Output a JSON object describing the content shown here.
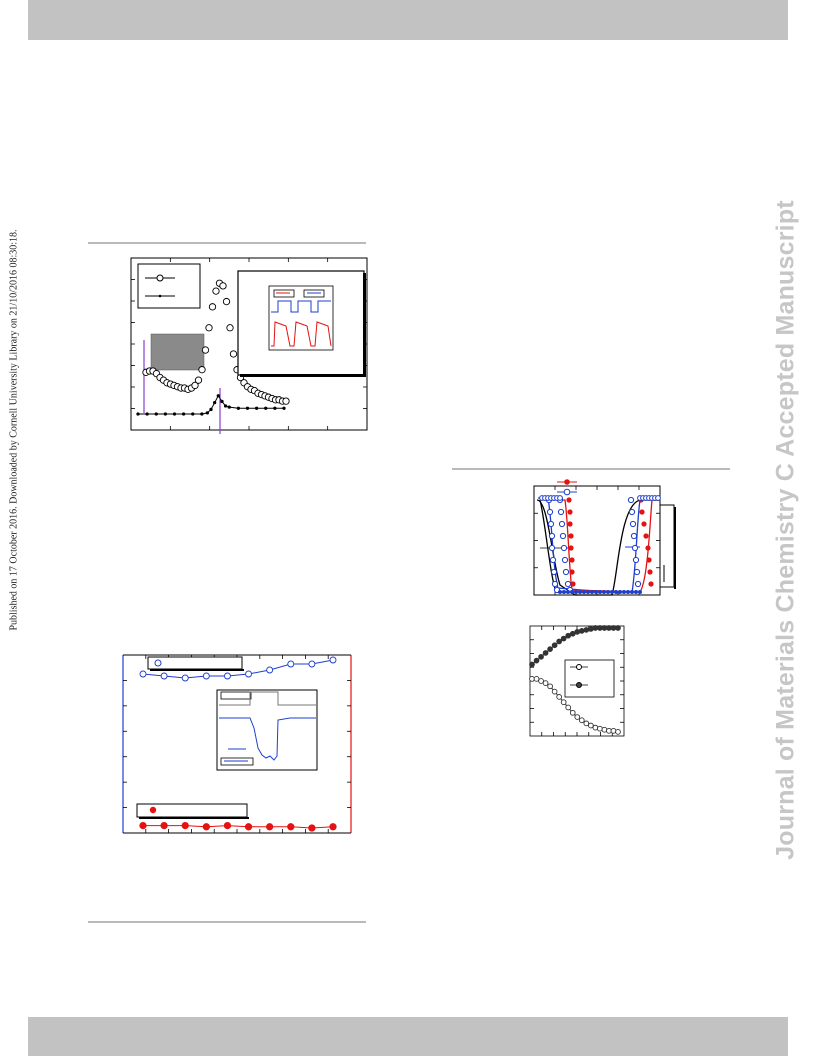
{
  "header_band": {
    "color": "#c2c2c2"
  },
  "footer_band": {
    "color": "#c2c2c2"
  },
  "side_note": "Published on 17 October 2016. Downloaded by Cornell University Library on 21/10/2016 08:30:18.",
  "watermark": "Journal of Materials Chemistry C Accepted Manuscript",
  "colors": {
    "red": "#e51212",
    "blue": "#1d3fd0",
    "purple": "#8a3cc8",
    "black": "#000000",
    "gray": "#888888"
  },
  "chart_data": [
    {
      "type": "scatter",
      "panel": "upper-left",
      "series": [
        {
          "marker": "open-circle",
          "color": "#000000",
          "x": [
            0.0,
            0.02,
            0.04,
            0.06,
            0.08,
            0.1,
            0.12,
            0.14,
            0.16,
            0.18,
            0.2,
            0.22,
            0.24,
            0.26,
            0.28,
            0.3,
            0.32,
            0.34,
            0.36,
            0.38,
            0.4,
            0.42,
            0.44,
            0.46,
            0.48,
            0.5,
            0.52,
            0.54,
            0.56,
            0.58,
            0.6,
            0.62,
            0.64,
            0.66,
            0.68,
            0.7,
            0.72,
            0.74,
            0.76,
            0.78,
            0.8
          ],
          "y": [
            0.28,
            0.29,
            0.29,
            0.27,
            0.24,
            0.22,
            0.2,
            0.19,
            0.18,
            0.17,
            0.16,
            0.16,
            0.15,
            0.16,
            0.18,
            0.22,
            0.3,
            0.45,
            0.62,
            0.78,
            0.9,
            0.96,
            0.94,
            0.82,
            0.62,
            0.42,
            0.3,
            0.24,
            0.2,
            0.17,
            0.15,
            0.14,
            0.12,
            0.11,
            0.1,
            0.09,
            0.08,
            0.07,
            0.07,
            0.06,
            0.06
          ]
        },
        {
          "marker": "dot-line",
          "color": "#000000",
          "x": [
            0.0,
            0.05,
            0.1,
            0.15,
            0.2,
            0.25,
            0.3,
            0.35,
            0.38,
            0.4,
            0.42,
            0.44,
            0.46,
            0.48,
            0.5,
            0.55,
            0.6,
            0.65,
            0.7,
            0.75,
            0.8
          ],
          "y": [
            0.0,
            0.0,
            0.0,
            0.0,
            0.0,
            0.0,
            0.0,
            0.0,
            0.01,
            0.04,
            0.1,
            0.16,
            0.11,
            0.07,
            0.06,
            0.05,
            0.05,
            0.05,
            0.05,
            0.05,
            0.05
          ]
        }
      ]
    },
    {
      "type": "scatter",
      "panel": "lower-left",
      "series": [
        {
          "marker": "open-circle",
          "color": "#1d3fd0",
          "x": [
            0,
            1,
            2,
            3,
            4,
            5,
            6,
            7,
            8,
            9
          ],
          "y": [
            0.93,
            0.92,
            0.91,
            0.92,
            0.92,
            0.93,
            0.95,
            0.98,
            0.98,
            1.0
          ]
        },
        {
          "marker": "filled-circle",
          "color": "#e51212",
          "x": [
            0,
            1,
            2,
            3,
            4,
            5,
            6,
            7,
            8,
            9
          ],
          "y": [
            0.12,
            0.12,
            0.12,
            0.11,
            0.12,
            0.11,
            0.11,
            0.11,
            0.1,
            0.11
          ]
        }
      ]
    },
    {
      "type": "line",
      "panel": "right-loops",
      "series": [
        {
          "color": "#1d3fd0",
          "marker": "open-circle"
        },
        {
          "color": "#e51212",
          "marker": "filled-circle"
        },
        {
          "color": "#000000",
          "marker": "none"
        }
      ]
    },
    {
      "type": "scatter",
      "panel": "right-small",
      "series": [
        {
          "marker": "filled-circle",
          "color": "#333333",
          "x": [
            0,
            1,
            2,
            3,
            4,
            5,
            6,
            7,
            8,
            9,
            10,
            11,
            12,
            13,
            14,
            15,
            16,
            17,
            18,
            19
          ],
          "y": [
            0.62,
            0.66,
            0.7,
            0.74,
            0.78,
            0.82,
            0.86,
            0.89,
            0.92,
            0.94,
            0.96,
            0.97,
            0.98,
            0.99,
            1.0,
            1.0,
            1.0,
            1.0,
            1.0,
            1.0
          ]
        },
        {
          "marker": "open-circle",
          "color": "#333333",
          "x": [
            0,
            1,
            2,
            3,
            4,
            5,
            6,
            7,
            8,
            9,
            10,
            11,
            12,
            13,
            14,
            15,
            16,
            17,
            18,
            19
          ],
          "y": [
            0.52,
            0.52,
            0.5,
            0.48,
            0.45,
            0.4,
            0.35,
            0.3,
            0.25,
            0.2,
            0.16,
            0.13,
            0.1,
            0.08,
            0.06,
            0.05,
            0.04,
            0.03,
            0.03,
            0.02
          ]
        }
      ]
    }
  ]
}
